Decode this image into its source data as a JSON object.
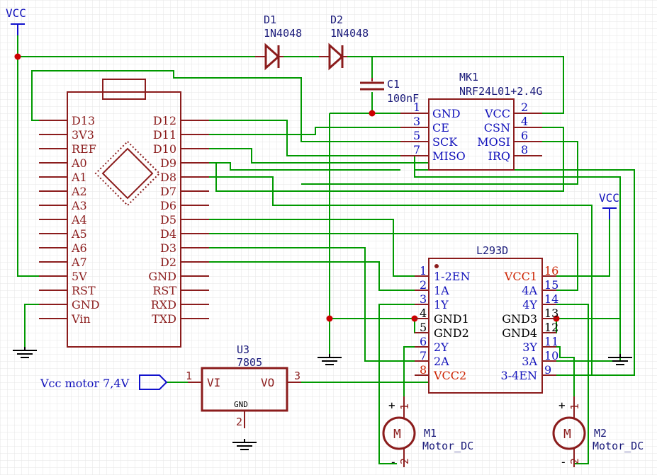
{
  "arduino": {
    "left_pins": [
      "D13",
      "3V3",
      "REF",
      "A0",
      "A1",
      "A2",
      "A3",
      "A4",
      "A5",
      "A6",
      "A7",
      "5V",
      "RST",
      "GND",
      "Vin"
    ],
    "right_pins": [
      "D12",
      "D11",
      "D10",
      "D9",
      "D8",
      "D7",
      "D6",
      "D5",
      "D4",
      "D3",
      "D2",
      "GND",
      "RST",
      "RXD",
      "TXD"
    ]
  },
  "d1": {
    "ref": "D1",
    "value": "1N4048"
  },
  "d2": {
    "ref": "D2",
    "value": "1N4048"
  },
  "c1": {
    "ref": "C1",
    "value": "100nF"
  },
  "mk1": {
    "ref": "MK1",
    "value": "NRF24L01+2.4G",
    "left": [
      {
        "num": "1",
        "name": "GND"
      },
      {
        "num": "3",
        "name": "CE"
      },
      {
        "num": "5",
        "name": "SCK"
      },
      {
        "num": "7",
        "name": "MISO"
      }
    ],
    "right": [
      {
        "num": "2",
        "name": "VCC"
      },
      {
        "num": "4",
        "name": "CSN"
      },
      {
        "num": "6",
        "name": "MOSI"
      },
      {
        "num": "8",
        "name": "IRQ"
      }
    ]
  },
  "l293": {
    "ref": "L293D",
    "left": [
      {
        "num": "1",
        "name": "1-2EN"
      },
      {
        "num": "2",
        "name": "1A"
      },
      {
        "num": "3",
        "name": "1Y"
      },
      {
        "num": "4",
        "name": "GND1"
      },
      {
        "num": "5",
        "name": "GND2"
      },
      {
        "num": "6",
        "name": "2Y"
      },
      {
        "num": "7",
        "name": "2A"
      },
      {
        "num": "8",
        "name": "VCC2"
      }
    ],
    "right": [
      {
        "num": "16",
        "name": "VCC1"
      },
      {
        "num": "15",
        "name": "4A"
      },
      {
        "num": "14",
        "name": "4Y"
      },
      {
        "num": "13",
        "name": "GND3"
      },
      {
        "num": "12",
        "name": "GND4"
      },
      {
        "num": "11",
        "name": "3Y"
      },
      {
        "num": "10",
        "name": "3A"
      },
      {
        "num": "9",
        "name": "3-4EN"
      }
    ]
  },
  "u3": {
    "ref": "U3",
    "value": "7805",
    "vi": "VI",
    "vo": "VO",
    "gnd": "GND",
    "pin1": "1",
    "pin2": "2",
    "pin3": "3"
  },
  "m1": {
    "ref": "M1",
    "value": "Motor_DC",
    "plus": "+",
    "minus": "-",
    "pin1": "1",
    "pin2": "2"
  },
  "m2": {
    "ref": "M2",
    "value": "Motor_DC",
    "plus": "+",
    "minus": "-",
    "pin1": "1",
    "pin2": "2"
  },
  "vcc_label": "VCC",
  "vcc2_label": "VCC",
  "motor_input_label": "Vcc motor 7,4V",
  "colors": {
    "wire": "#009900",
    "part": "#8b1c1c",
    "pin_blue": "#1111bb",
    "pin_red": "#cc2200",
    "junction": "#cc0000",
    "grid": "#e8e8e8"
  }
}
